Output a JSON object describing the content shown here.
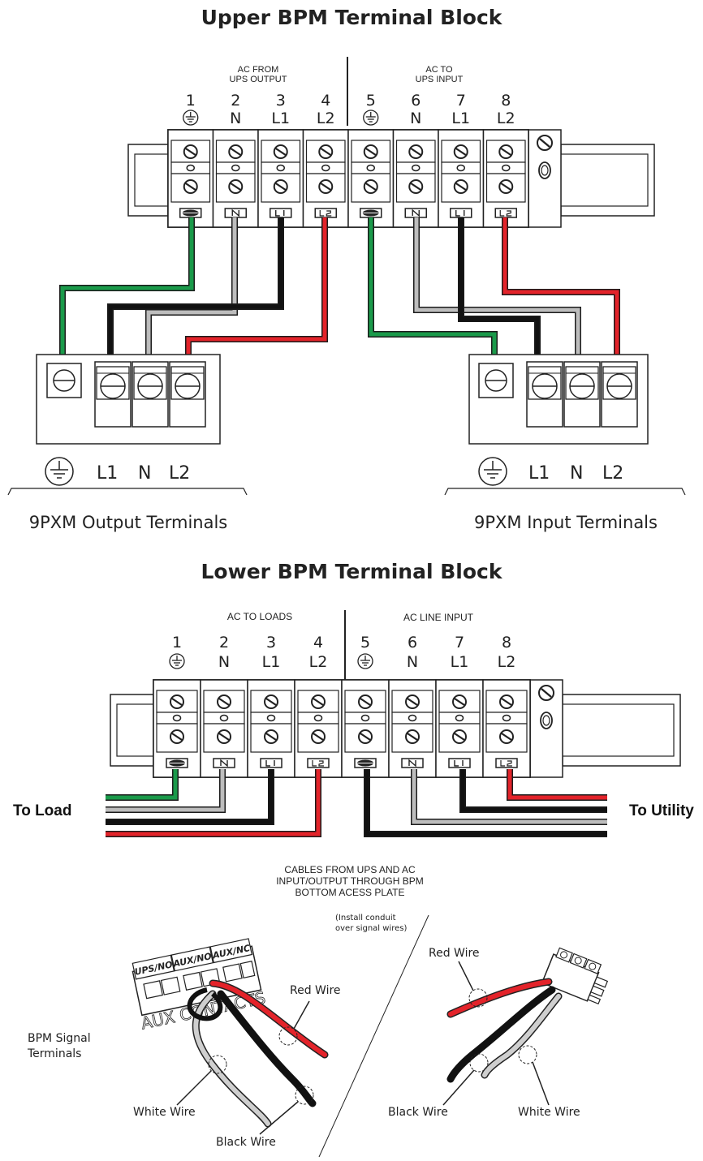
{
  "upper": {
    "title": "Upper BPM Terminal Block",
    "group_left": [
      "AC FROM",
      "UPS OUTPUT"
    ],
    "group_right": [
      "AC TO",
      "UPS INPUT"
    ],
    "terminals": [
      {
        "num": "1",
        "name": "ground"
      },
      {
        "num": "2",
        "name": "N"
      },
      {
        "num": "3",
        "name": "L1"
      },
      {
        "num": "4",
        "name": "L2"
      },
      {
        "num": "5",
        "name": "ground"
      },
      {
        "num": "6",
        "name": "N"
      },
      {
        "num": "7",
        "name": "L1"
      },
      {
        "num": "8",
        "name": "L2"
      }
    ],
    "pxm_labels": [
      "L1",
      "N",
      "L2"
    ],
    "output_caption": "9PXM Output Terminals",
    "input_caption": "9PXM Input Terminals"
  },
  "lower": {
    "title": "Lower BPM Terminal Block",
    "group_left": [
      "AC TO LOADS"
    ],
    "group_right": [
      "AC LINE INPUT"
    ],
    "terminals": [
      {
        "num": "1",
        "name": "ground"
      },
      {
        "num": "2",
        "name": "N"
      },
      {
        "num": "3",
        "name": "L1"
      },
      {
        "num": "4",
        "name": "L2"
      },
      {
        "num": "5",
        "name": "ground"
      },
      {
        "num": "6",
        "name": "N"
      },
      {
        "num": "7",
        "name": "L1"
      },
      {
        "num": "8",
        "name": "L2"
      }
    ],
    "to_load": "To Load",
    "to_utility": "To Utility"
  },
  "bottom": {
    "cables_note": [
      "CABLES FROM UPS AND AC",
      "INPUT/OUTPUT THROUGH BPM",
      "BOTTOM ACESS PLATE"
    ],
    "conduit_note": [
      "(Install conduit",
      "over signal wires)"
    ],
    "signal_terminals": [
      "BPM Signal",
      "Terminals"
    ],
    "connector_labels": [
      "UPS/NO",
      "AUX/NO",
      "AUX/NC"
    ],
    "aux_contacts": "AUX CONTACTS",
    "red_wire": "Red Wire",
    "white_wire": "White Wire",
    "black_wire": "Black Wire"
  },
  "colors": {
    "green": "#1a9a4a",
    "gray": "#bdbdbd",
    "black": "#111111",
    "red": "#e3232a",
    "outline": "#222222"
  }
}
